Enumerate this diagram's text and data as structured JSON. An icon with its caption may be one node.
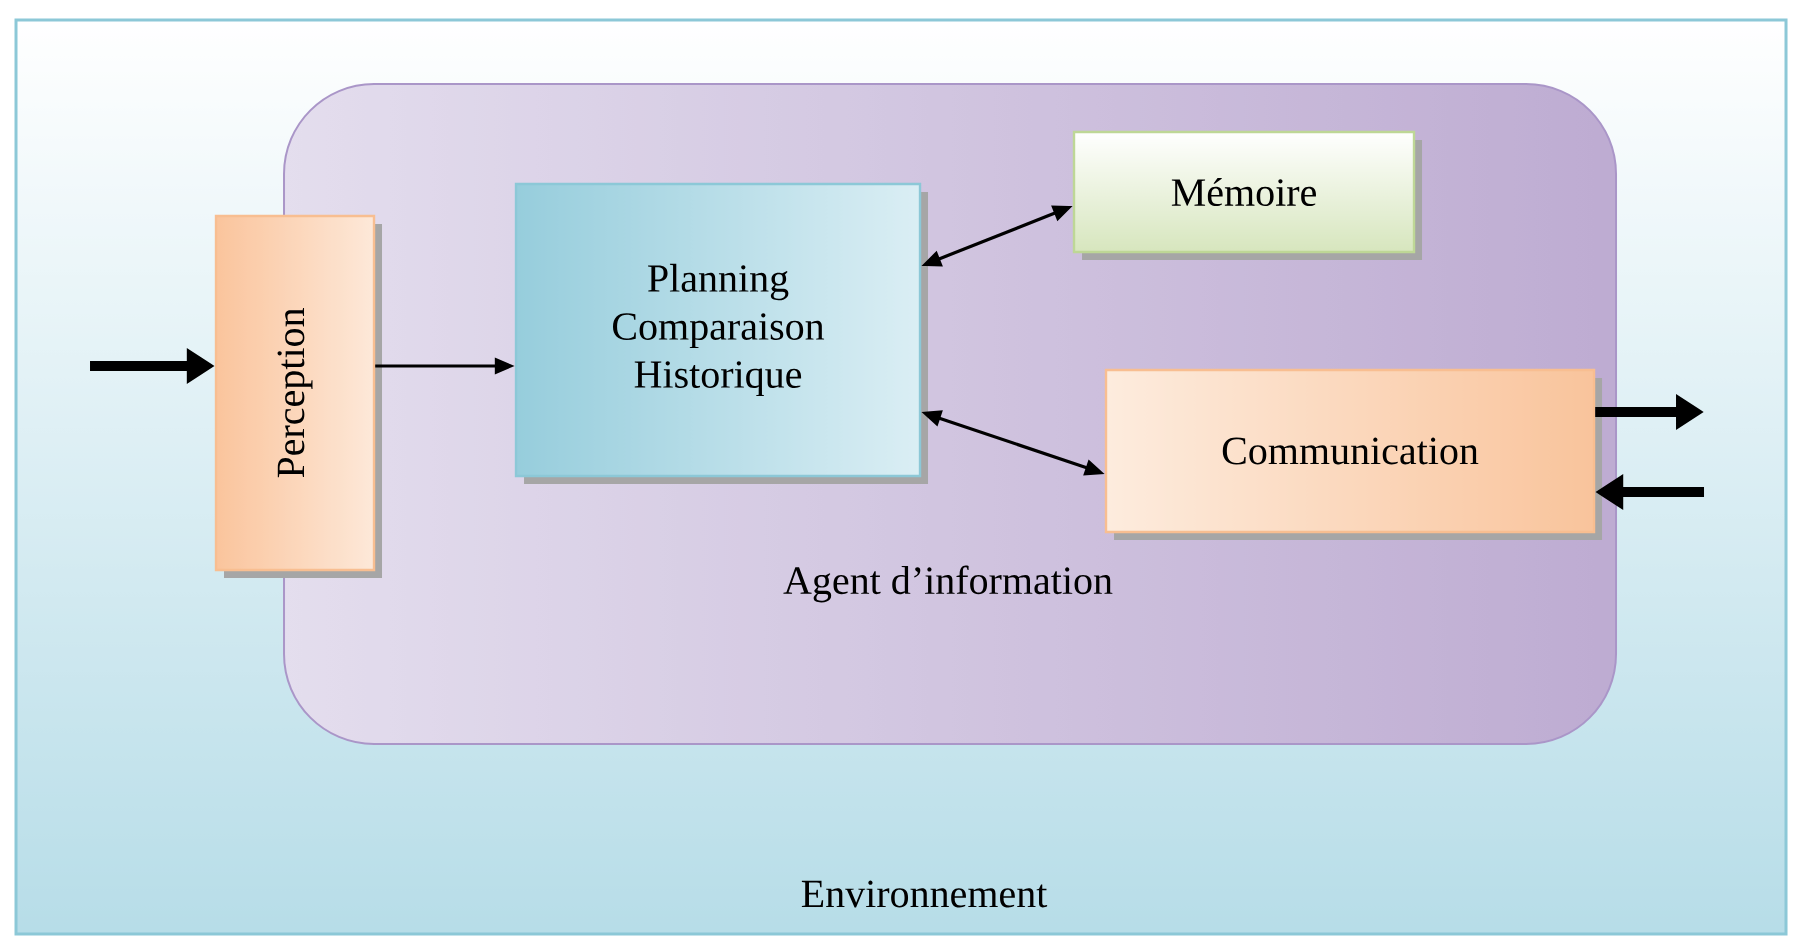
{
  "diagram": {
    "nodes": [
      {
        "text": [
          "Environnement"
        ]
      },
      {
        "text": [
          "Agent d’information"
        ],
        "in": 0
      },
      {
        "text": [
          "Perception"
        ],
        "in": 0
      },
      {
        "text": [
          "Planning Comparaison Historique"
        ],
        "in": 1
      },
      {
        "text": [
          "Mémoire"
        ],
        "in": 1
      },
      {
        "text": [
          "Communication"
        ],
        "in": 1
      }
    ],
    "edges": [
      {
        "from": null,
        "to": 2,
        "arrow": "to",
        "style": "thick"
      },
      {
        "from": 2,
        "to": 3,
        "arrow": "to"
      },
      {
        "from": 3,
        "to": 4,
        "arrow": "both"
      },
      {
        "from": 3,
        "to": 5,
        "arrow": "both"
      },
      {
        "from": 5,
        "to": null,
        "arrow": "to",
        "style": "thick"
      },
      {
        "from": null,
        "to": 5,
        "arrow": "to",
        "style": "thick"
      }
    ]
  }
}
